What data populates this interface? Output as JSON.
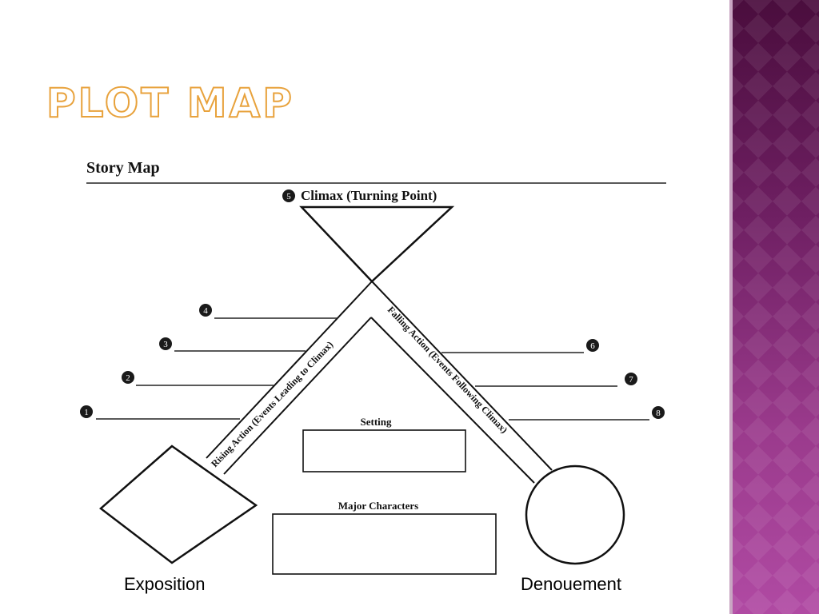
{
  "slide": {
    "title": "Plot Map"
  },
  "worksheet": {
    "heading": "Story Map",
    "climax": {
      "number": "5",
      "label": "Climax (Turning Point)"
    },
    "rising_action_label": "Rising Action (Events Leading to Climax)",
    "falling_action_label": "Falling Action (Events Following Climax)",
    "setting_label": "Setting",
    "major_characters_label": "Major Characters",
    "markers": {
      "m1": "1",
      "m2": "2",
      "m3": "3",
      "m4": "4",
      "m6": "6",
      "m7": "7",
      "m8": "8"
    }
  },
  "captions": {
    "exposition": "Exposition",
    "denouement": "Denouement"
  }
}
